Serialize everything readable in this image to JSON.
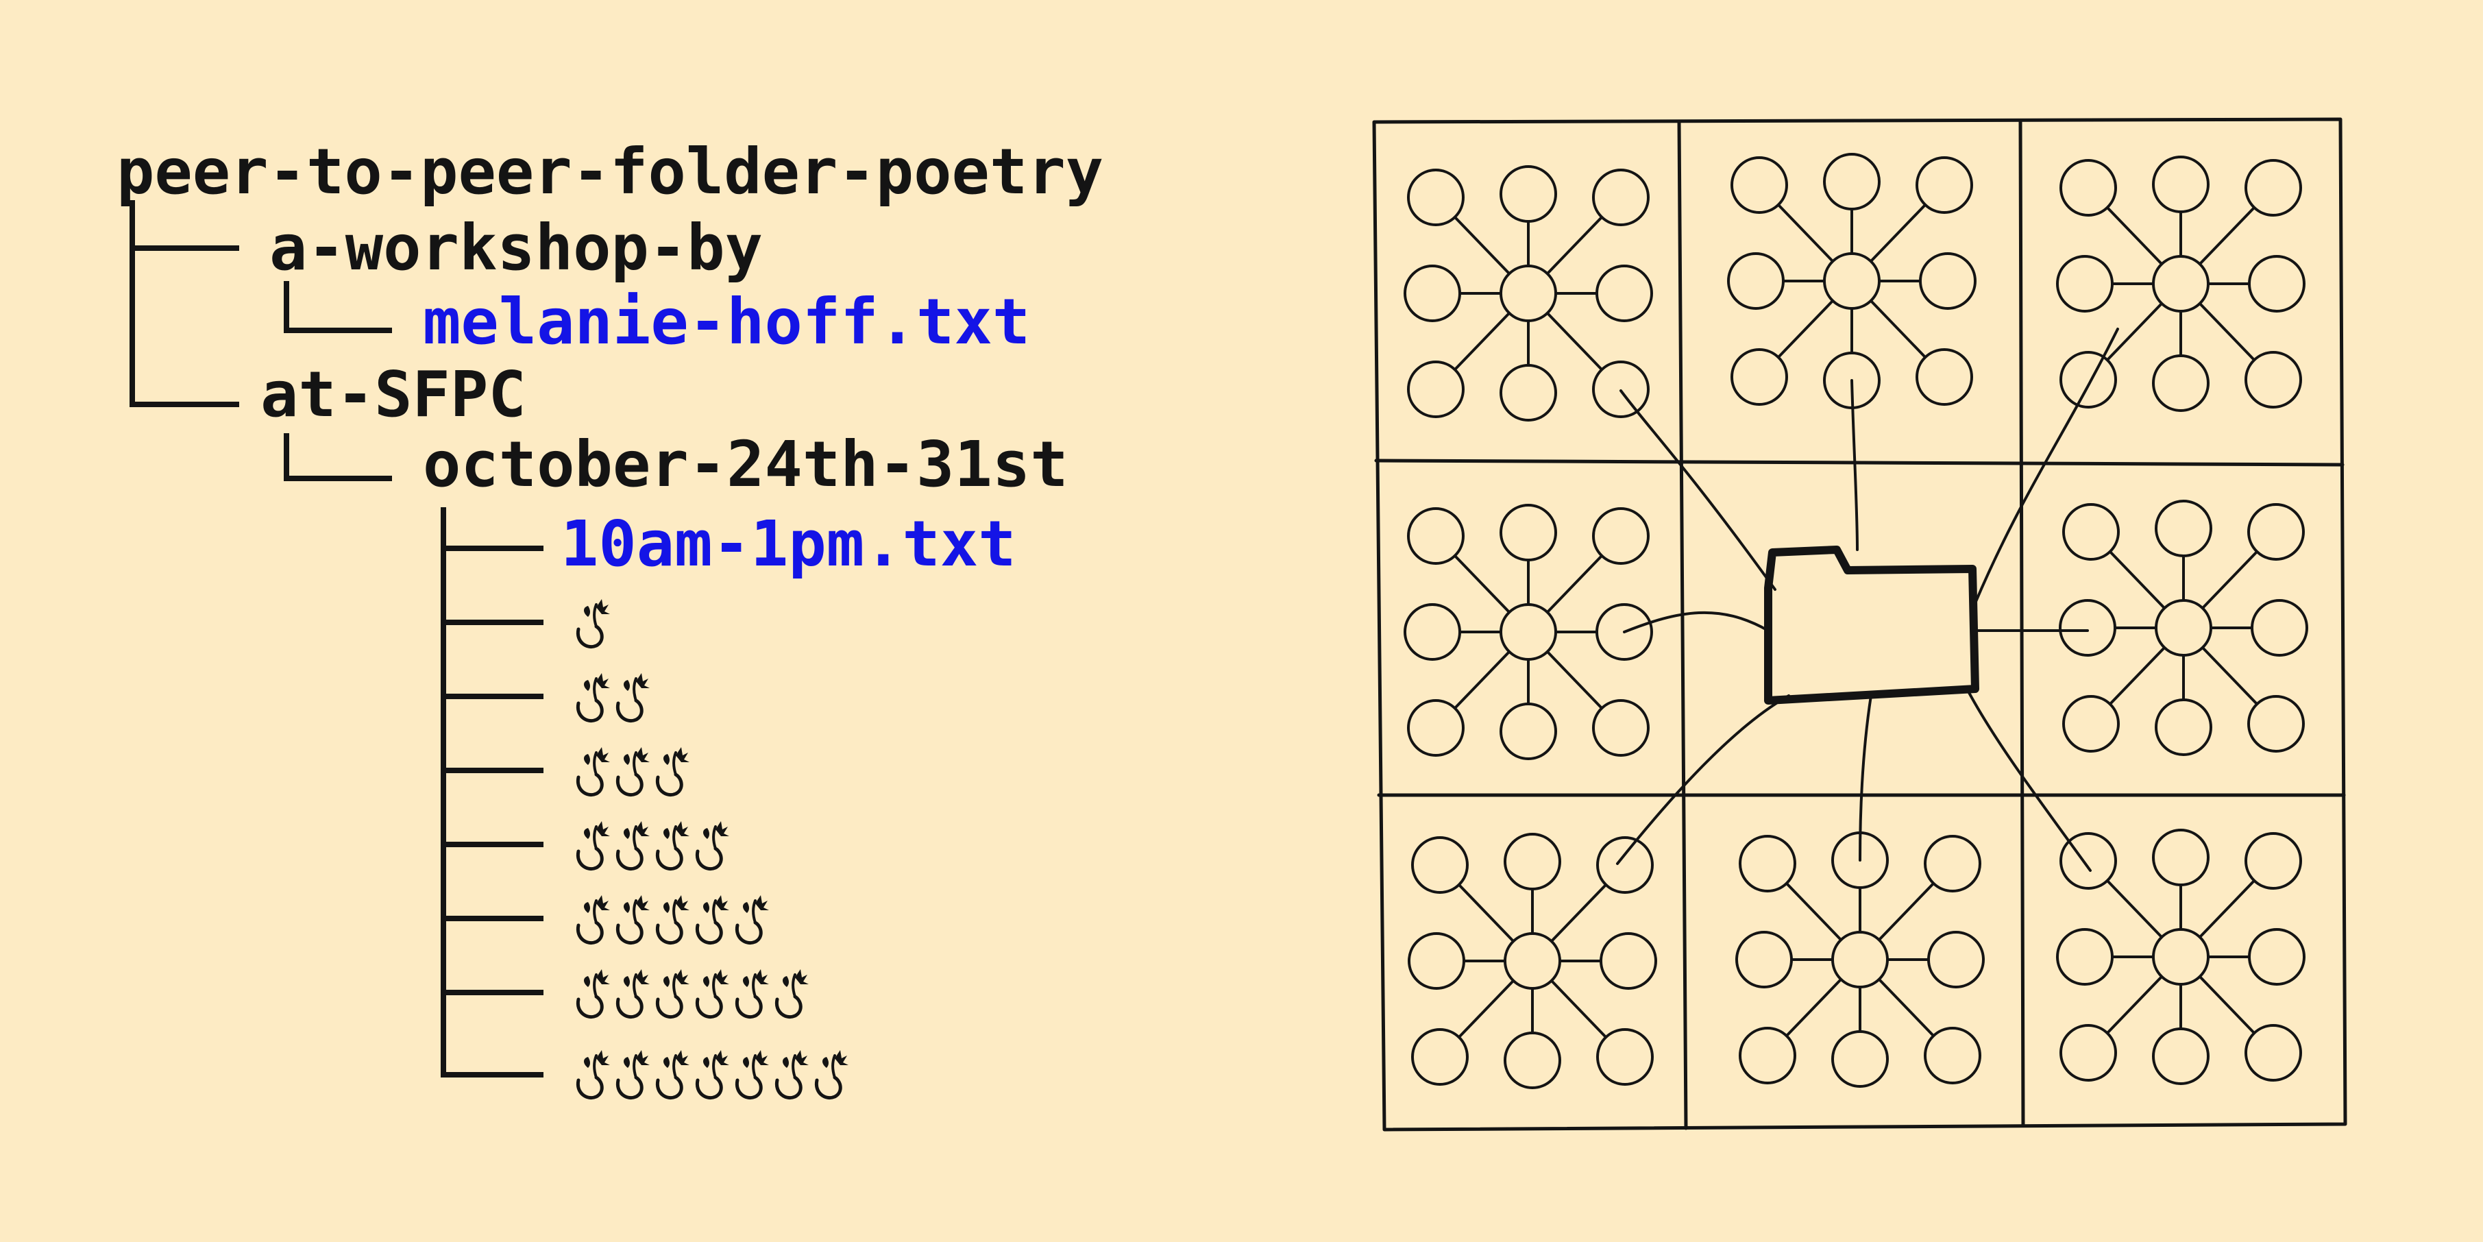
{
  "tree": {
    "root": "peer-to-peer-folder-poetry",
    "workshop_folder": "a-workshop-by",
    "author_file": "melanie-hoff.txt",
    "venue_folder": "at-SFPC",
    "dates_folder": "october-24th-31st",
    "time_file": "10am-1pm.txt",
    "flower_rows": [
      1,
      2,
      3,
      4,
      5,
      6,
      7
    ],
    "flower_icon": "flower-sprout-icon"
  },
  "colors": {
    "background": "#fdebc4",
    "ink": "#141414",
    "file_link": "#1414e6"
  },
  "drawing": {
    "grid": "3x3",
    "center_icon": "folder-icon",
    "node_icon": "circle-node-icon"
  }
}
